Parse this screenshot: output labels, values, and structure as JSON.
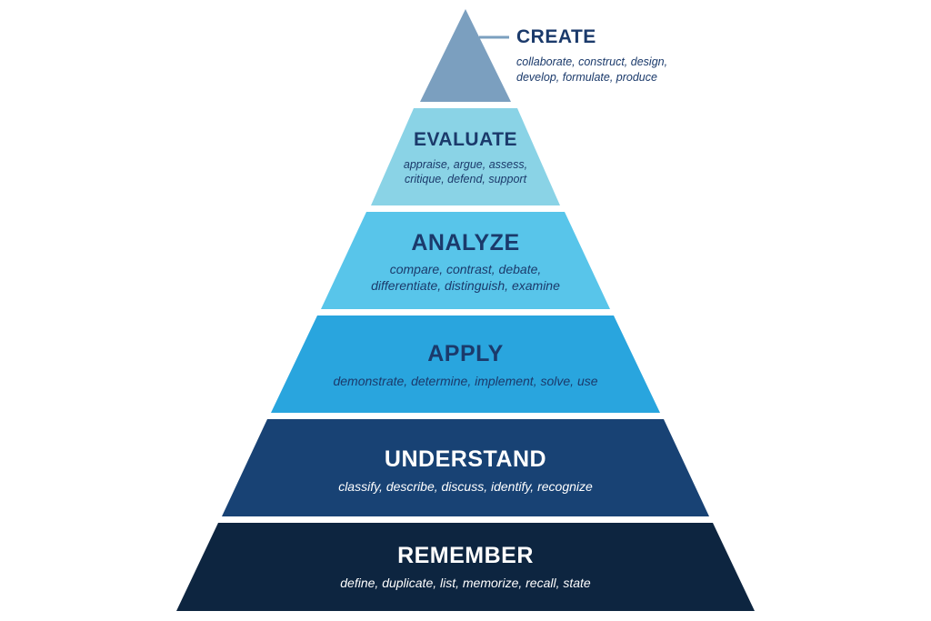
{
  "colors": {
    "create": "#7b9fbf",
    "evaluate": "#8ad3e6",
    "analyze": "#58c5ea",
    "apply": "#29a5de",
    "understand": "#184274",
    "remember": "#0d2540",
    "dark_text": "#1b3a6b",
    "light_text": "#ffffff"
  },
  "pyramid": {
    "levels": [
      {
        "title": "CREATE",
        "description_line1": "collaborate, construct, design,",
        "description_line2": "develop, formulate, produce"
      },
      {
        "title": "EVALUATE",
        "description_line1": "appraise, argue, assess,",
        "description_line2": "critique, defend, support"
      },
      {
        "title": "ANALYZE",
        "description_line1": "compare, contrast, debate,",
        "description_line2": "differentiate, distinguish, examine"
      },
      {
        "title": "APPLY",
        "description_line1": "demonstrate, determine, implement, solve, use",
        "description_line2": ""
      },
      {
        "title": "UNDERSTAND",
        "description_line1": "classify, describe, discuss, identify, recognize",
        "description_line2": ""
      },
      {
        "title": "REMEMBER",
        "description_line1": "define, duplicate, list, memorize, recall, state",
        "description_line2": ""
      }
    ]
  }
}
